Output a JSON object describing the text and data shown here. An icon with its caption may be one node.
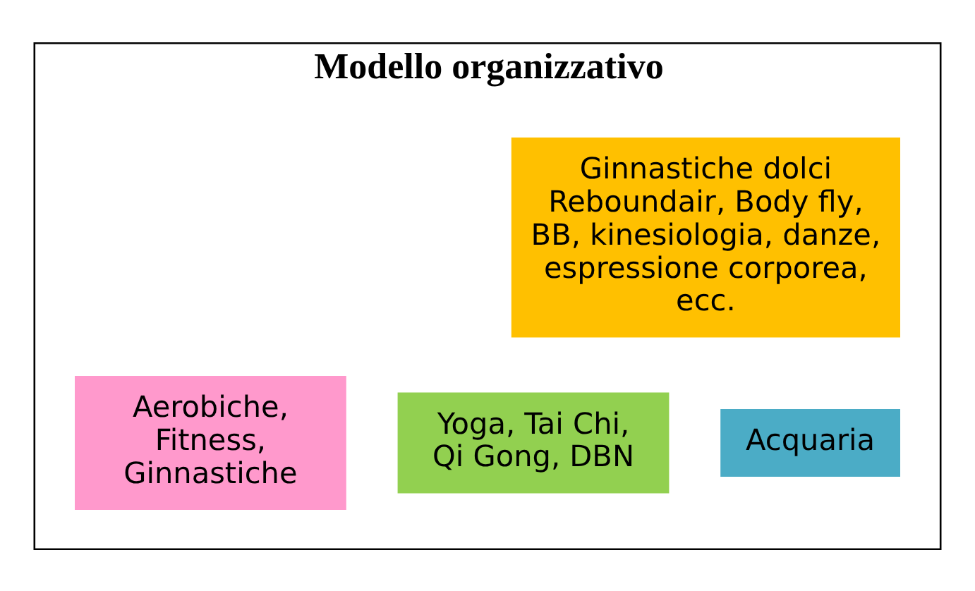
{
  "diagram": {
    "nodes": [
      {
        "text": [
          "Modello organizzativo"
        ]
      },
      {
        "text": [
          "Ginnastiche dolci",
          "Reboundair, Body fly, BB, kinesiologia, danze, espressione corporea, ecc."
        ],
        "in": 0
      },
      {
        "text": [
          "Yoga, Tai Chi, Qi Gong, DBN"
        ],
        "in": 0
      },
      {
        "text": [
          "Acquaria"
        ],
        "in": 0
      },
      {
        "text": [
          "Aerobiche, Fitness, Ginnastiche"
        ],
        "in": 0
      }
    ],
    "edges": []
  }
}
